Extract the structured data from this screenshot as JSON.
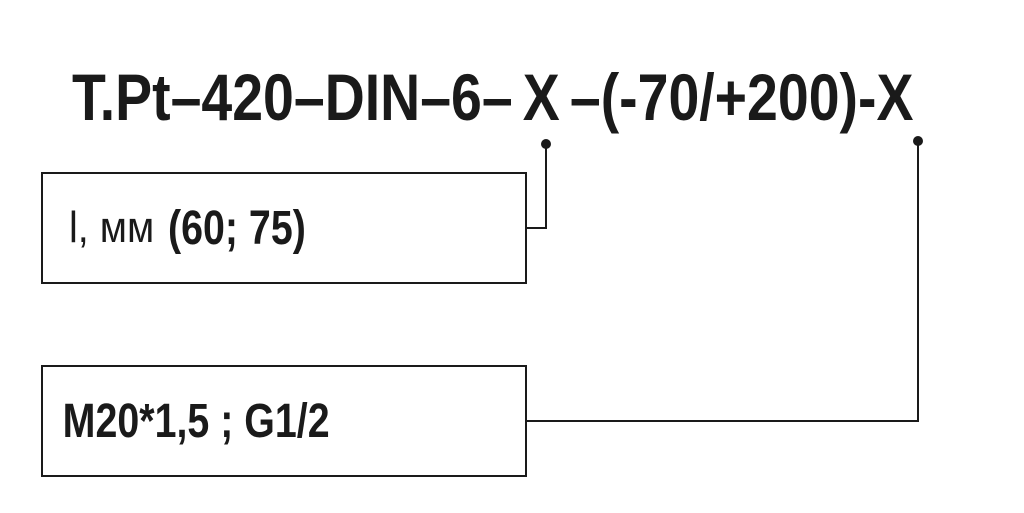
{
  "code": {
    "prefix": "T.Pt–420–DIN–6–",
    "var1": "X",
    "middle": "–(-70/+200)-",
    "var2": "X"
  },
  "boxes": {
    "length": {
      "label": "l, мм",
      "value": "(60; 75)"
    },
    "thread": {
      "value": "M20*1,5 ;  G1/2"
    }
  },
  "colors": {
    "ink": "#1a1a1a",
    "background": "#ffffff"
  }
}
